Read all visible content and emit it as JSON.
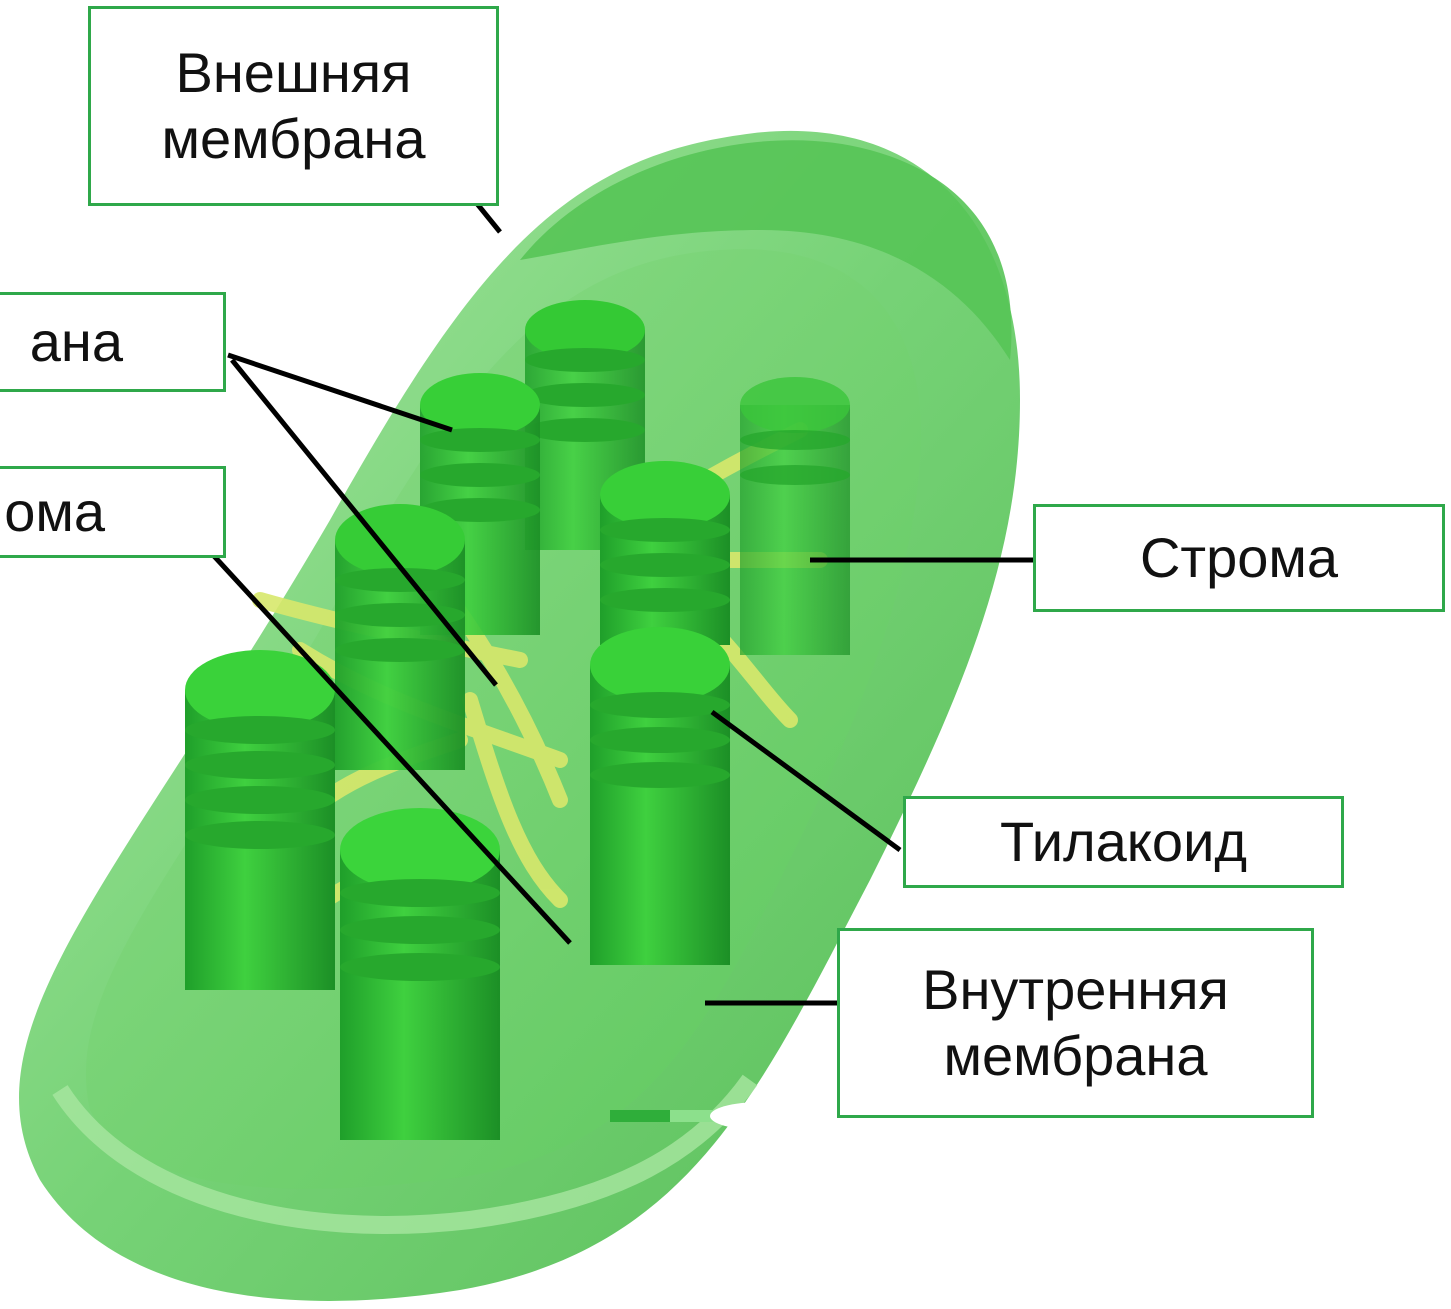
{
  "diagram": {
    "colors": {
      "label_border": "#2fa84a",
      "membrane_outer": "#7fd67f",
      "membrane_inner": "#5fcf5f",
      "stroma": "#4ec24e",
      "granum": "#2fbd2f",
      "granum_dark": "#1e9e2a",
      "lamella": "#d6e86a",
      "leader_line": "#000000"
    },
    "labels": {
      "outer_membrane": [
        "Внешняя",
        "мембрана"
      ],
      "intermembrane": "ана",
      "grana": "ома",
      "stroma": "Строма",
      "thylakoid": "Тилакоид",
      "inner_membrane": [
        "Внутренняя",
        "мембрана"
      ]
    }
  }
}
